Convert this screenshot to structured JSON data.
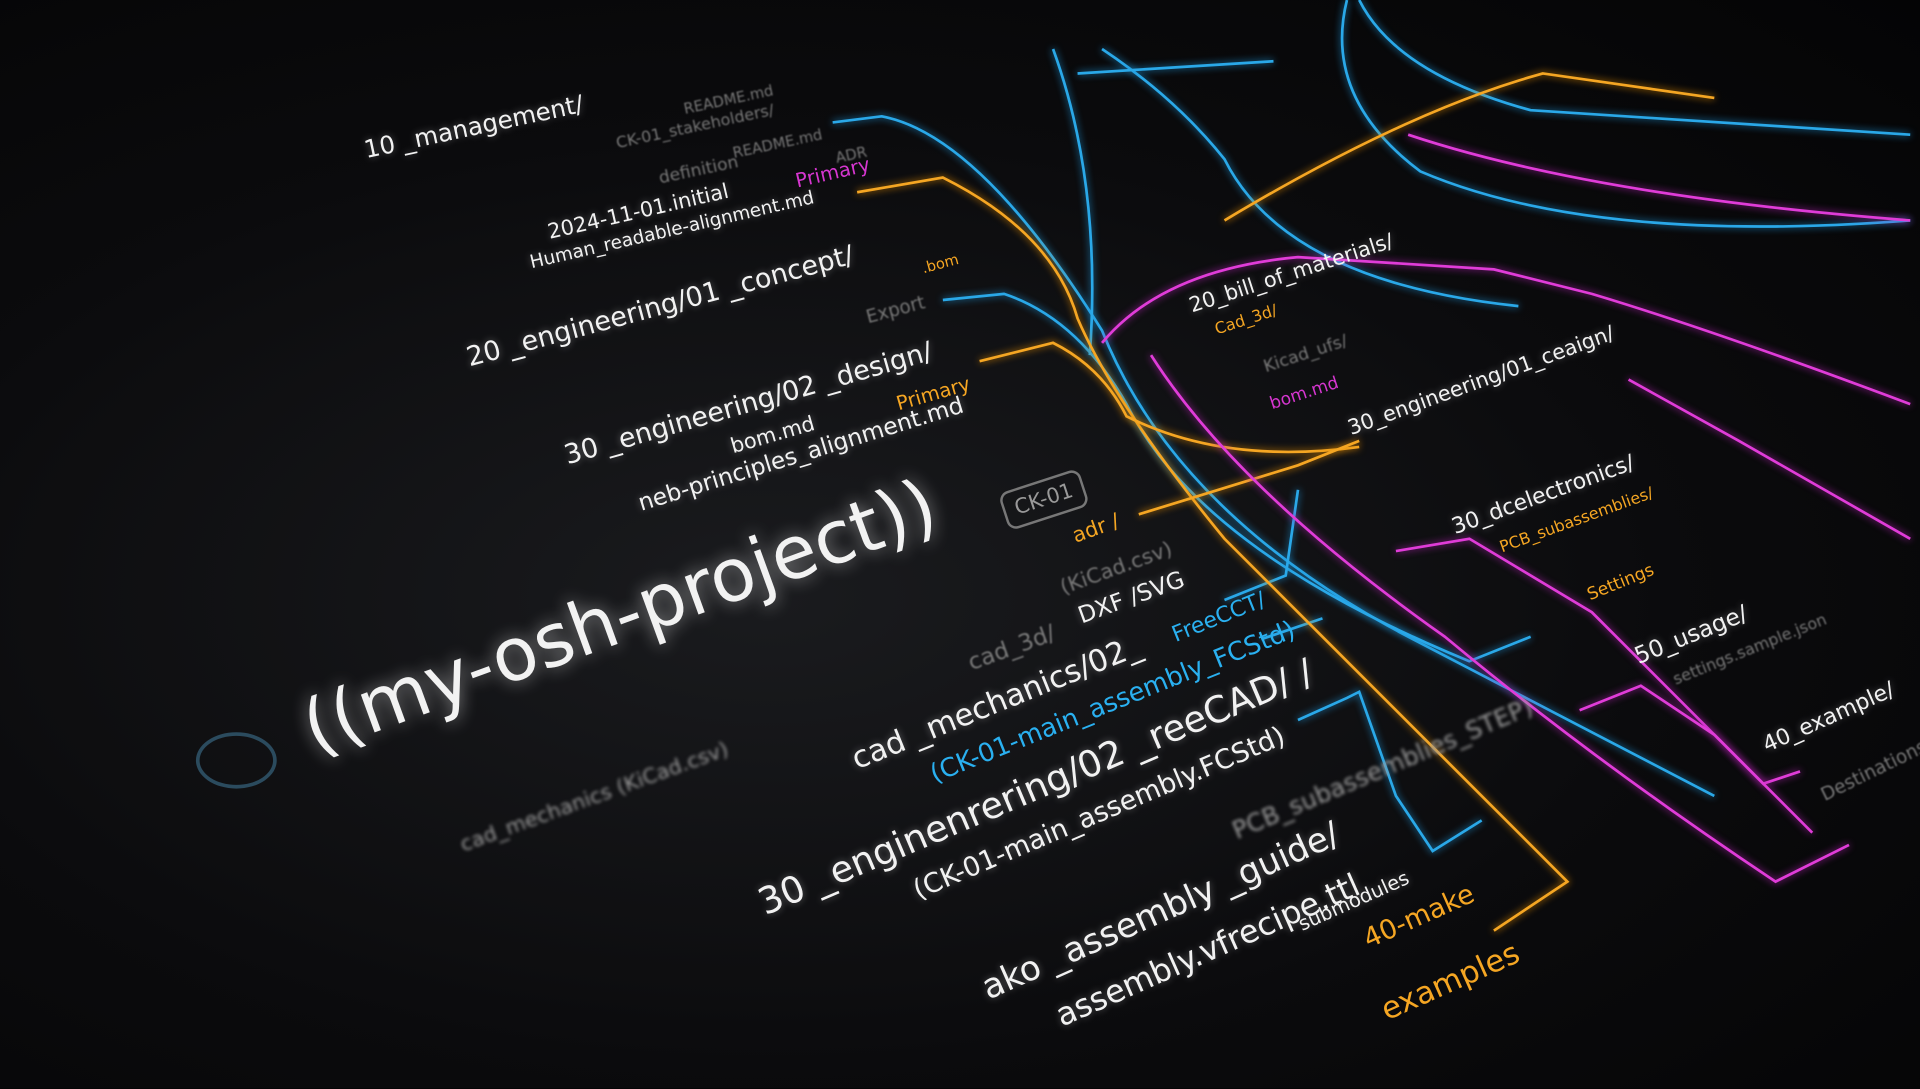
{
  "title": "((my-osh-project))",
  "badge": "CK-01",
  "colors": {
    "blue": "#2aa8e8",
    "orange": "#f5a623",
    "magenta": "#e03cd8",
    "background": "#050506"
  },
  "labels": [
    "10 _management/",
    "README.md",
    "CK-01_stakeholders/",
    "README.md",
    "ADR",
    "definition",
    "2024-11-01.initial",
    "Primary",
    "Human_readable-alignment.md",
    "20 _engineering/01 _concept/",
    "Export",
    ".bom",
    "30 _engineering/02 _design/",
    "bom.md",
    "Primary",
    "neb-principles_alignment.md",
    "adr /",
    "(KiCad.csv)",
    "cad_3d/",
    "DXF /SVG",
    "cad _mechanics/02_",
    "FreeCCT/",
    "(CK-01-main_assembly_FCStd)",
    "30 _enginenrering/02 _reeCAD/ /",
    "(CK-01-main_assembly.FCStd)",
    "PCB_subassemblies_STEP)",
    "ako _assembly _guide/",
    "assembly.vfrecipe.ttl",
    "submodules",
    "40-make",
    "examples",
    "20_bill_of_materials/",
    "Cad_3d/",
    "Kicad_ufs/",
    "bom.md",
    "30_engineering/01_ceaign/",
    "30_dcelectronics/",
    "PCB_subassemblies/",
    "Settings",
    "50_usage/",
    "settings.sample.json",
    "40_example/",
    "Destinations",
    "cad_mechanics (KiCad.csv)"
  ]
}
